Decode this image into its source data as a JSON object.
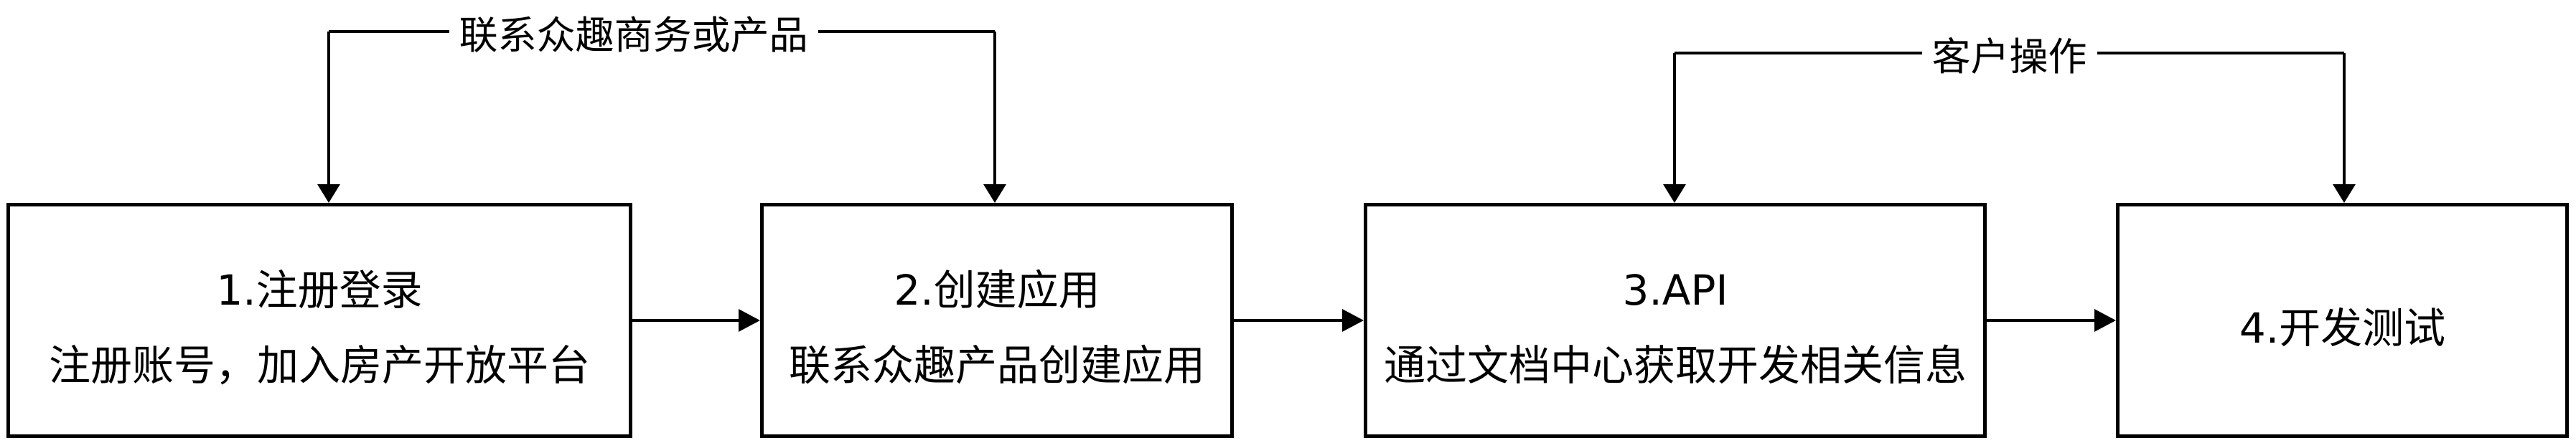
{
  "canvas": {
    "background": "#ffffff",
    "stroke_color": "#000000",
    "text_color": "#000000"
  },
  "steps": [
    {
      "title": "1.注册登录",
      "subtitle": "注册账号，加入房产开放平台"
    },
    {
      "title": "2.创建应用",
      "subtitle": "联系众趣产品创建应用"
    },
    {
      "title": "3.API",
      "subtitle": "通过文档中心获取开发相关信息"
    },
    {
      "title": "4.开发测试"
    }
  ],
  "annotations": [
    {
      "label": "联系众趣商务或产品",
      "targets": [
        "1.注册登录",
        "2.创建应用"
      ]
    },
    {
      "label": "客户操作",
      "targets": [
        "3.API",
        "4.开发测试"
      ]
    }
  ],
  "flow": [
    {
      "from": "1.注册登录",
      "to": "2.创建应用"
    },
    {
      "from": "2.创建应用",
      "to": "3.API"
    },
    {
      "from": "3.API",
      "to": "4.开发测试"
    }
  ]
}
